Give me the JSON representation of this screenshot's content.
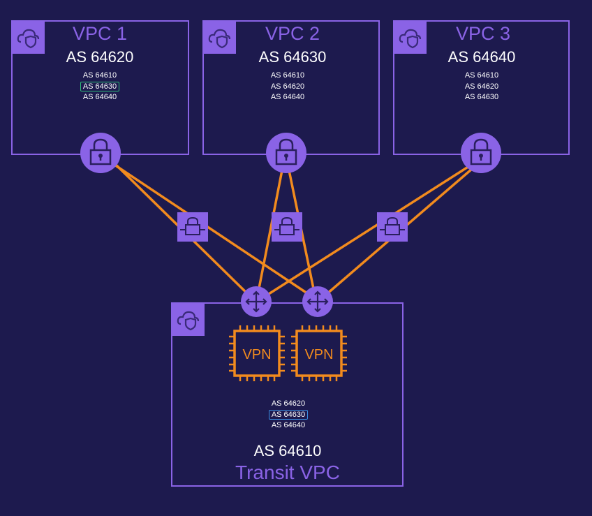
{
  "vpcs": [
    {
      "title": "VPC 1",
      "as": "AS 64620",
      "routes": [
        "AS 64610",
        "AS 64630",
        "AS 64640"
      ],
      "highlight": 1,
      "highlight_color": "#2fbf7a"
    },
    {
      "title": "VPC 2",
      "as": "AS 64630",
      "routes": [
        "AS 64610",
        "AS 64620",
        "AS 64640"
      ],
      "highlight": -1,
      "highlight_color": ""
    },
    {
      "title": "VPC 3",
      "as": "AS 64640",
      "routes": [
        "AS 64610",
        "AS 64620",
        "AS 64630"
      ],
      "highlight": -1,
      "highlight_color": ""
    }
  ],
  "transit": {
    "as": "AS 64610",
    "title": "Transit VPC",
    "routes": [
      "AS 64620",
      "AS 64630",
      "AS 64640"
    ],
    "highlight": 1,
    "highlight_color": "#3a8de0",
    "vpn_labels": [
      "VPN",
      "VPN"
    ]
  },
  "colors": {
    "background": "#1d1a4e",
    "accent_purple": "#8a63e6",
    "link_orange": "#f28b1e",
    "text": "#ffffff"
  },
  "icons": {
    "vpc_badge": "cloud-shield-icon",
    "vpn_gateway": "lock-icon",
    "vpn_connection": "lock-arrows-icon",
    "router": "router-arrows-icon",
    "vpn_instance": "chip-icon"
  }
}
